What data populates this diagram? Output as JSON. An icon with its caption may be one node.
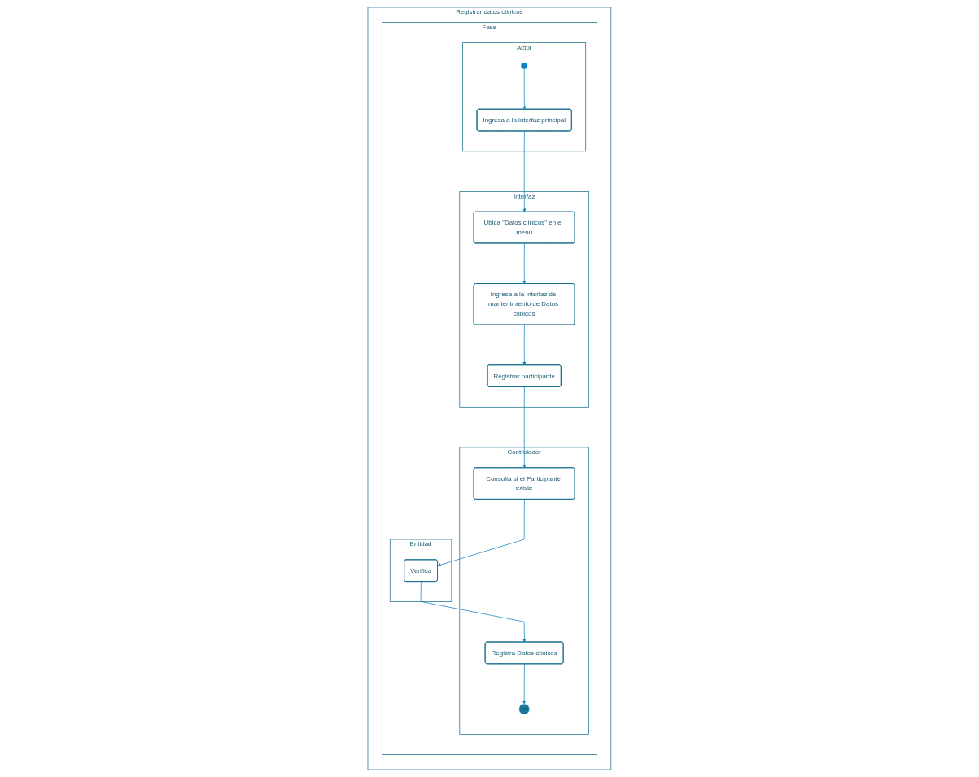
{
  "diagram": {
    "nodes": [
      {
        "text": [
          "Registrar datos clínicos"
        ]
      },
      {
        "text": [
          "Fase"
        ],
        "in": 0
      },
      {
        "text": [
          "Actor"
        ],
        "in": 1
      },
      {
        "text": [
          "Interfaz"
        ],
        "in": 1
      },
      {
        "text": [
          "Controlador"
        ],
        "in": 1
      },
      {
        "text": [
          "Entidad"
        ],
        "in": 1
      },
      {
        "text": [],
        "shape": "circle",
        "in": 2
      },
      {
        "text": [
          "Ingresa a la interfaz principal"
        ],
        "in": 2
      },
      {
        "text": [
          "Ubica \"Datos clínicos\" en el menú"
        ],
        "in": 3
      },
      {
        "text": [
          "Ingresa a la interfaz de mantenimiento de Datos clínicos"
        ],
        "in": 3
      },
      {
        "text": [
          "Registrar participante"
        ],
        "in": 3
      },
      {
        "text": [
          "Consulta si el Participante existe"
        ],
        "in": 4
      },
      {
        "text": [
          "Verifica"
        ],
        "in": 5
      },
      {
        "text": [
          "Registra Datos clínicos"
        ],
        "in": 4
      },
      {
        "text": [],
        "shape": "circle",
        "in": 4
      }
    ],
    "edges": [
      {
        "from": 6,
        "to": 7,
        "arrow": "to"
      },
      {
        "from": 7,
        "to": 8,
        "arrow": "to"
      },
      {
        "from": 8,
        "to": 9,
        "arrow": "to"
      },
      {
        "from": 9,
        "to": 10,
        "arrow": "to"
      },
      {
        "from": 10,
        "to": 11,
        "arrow": "to"
      },
      {
        "from": 11,
        "to": 12,
        "arrow": "to"
      },
      {
        "from": 12,
        "to": 13,
        "arrow": "to"
      },
      {
        "from": 13,
        "to": 14,
        "arrow": "to"
      }
    ]
  }
}
